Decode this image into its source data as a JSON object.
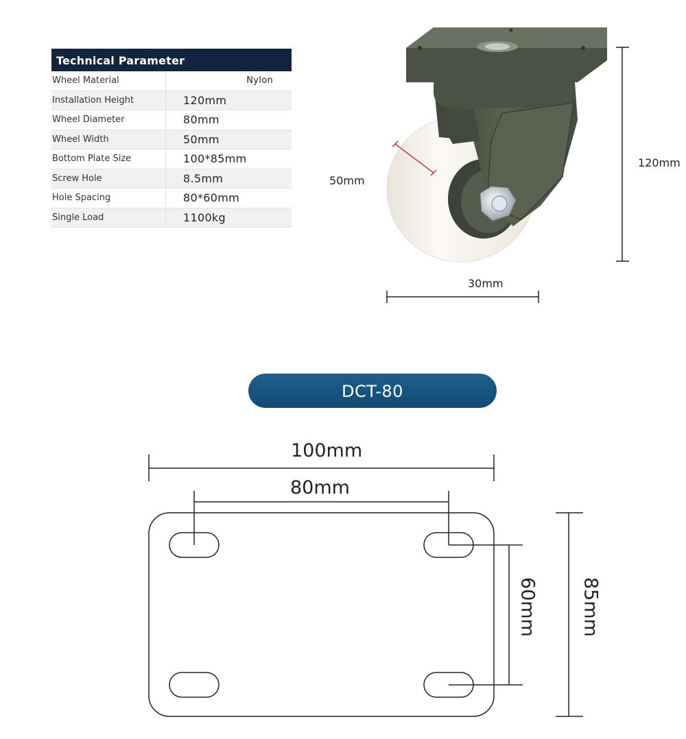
{
  "spec_table": {
    "header": "Technical Parameter",
    "rows": [
      {
        "label": "Wheel Material",
        "value": "Nylon"
      },
      {
        "label": "Installation Height",
        "value": "120mm"
      },
      {
        "label": "Wheel Diameter",
        "value": "80mm"
      },
      {
        "label": "Wheel Width",
        "value": "50mm"
      },
      {
        "label": "Bottom Plate Size",
        "value": "100*85mm"
      },
      {
        "label": "Screw Hole",
        "value": "8.5mm"
      },
      {
        "label": "Hole Spacing",
        "value": "80*60mm"
      },
      {
        "label": "Single Load",
        "value": "1100kg"
      }
    ]
  },
  "caster_dimensions": {
    "height": "120mm",
    "wheel_width": "50mm",
    "offset": "30mm"
  },
  "model": "DCT-80",
  "plate_dimensions": {
    "length": "100mm",
    "hole_spacing_x": "80mm",
    "hole_spacing_y": "60mm",
    "width": "85mm"
  },
  "colors": {
    "header_bg": "#13243f",
    "pill_bg": "#17577f",
    "caster_body": "#4f5646",
    "wheel": "#f7f4ee"
  }
}
